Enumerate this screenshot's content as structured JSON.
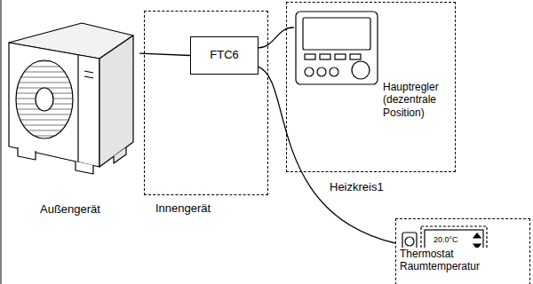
{
  "diagram": {
    "nodes": [
      {
        "text": [
          "Außengerät"
        ]
      },
      {
        "text": [
          "Innengerät"
        ]
      },
      {
        "text": [
          "FTC6"
        ],
        "in": 1
      },
      {
        "text": [
          "Heizkreis1"
        ]
      },
      {
        "text": [
          "Hauptregler (dezentrale Position)"
        ],
        "in": 3
      },
      {
        "text": [
          "Thermostat Raumtemperatur"
        ]
      }
    ],
    "edges": [
      {
        "from": 0,
        "to": 2,
        "arrow": "none"
      },
      {
        "from": 2,
        "to": 4,
        "arrow": "none"
      },
      {
        "from": 2,
        "to": 5,
        "arrow": "none"
      }
    ],
    "labels": [
      "20.0°C"
    ]
  }
}
